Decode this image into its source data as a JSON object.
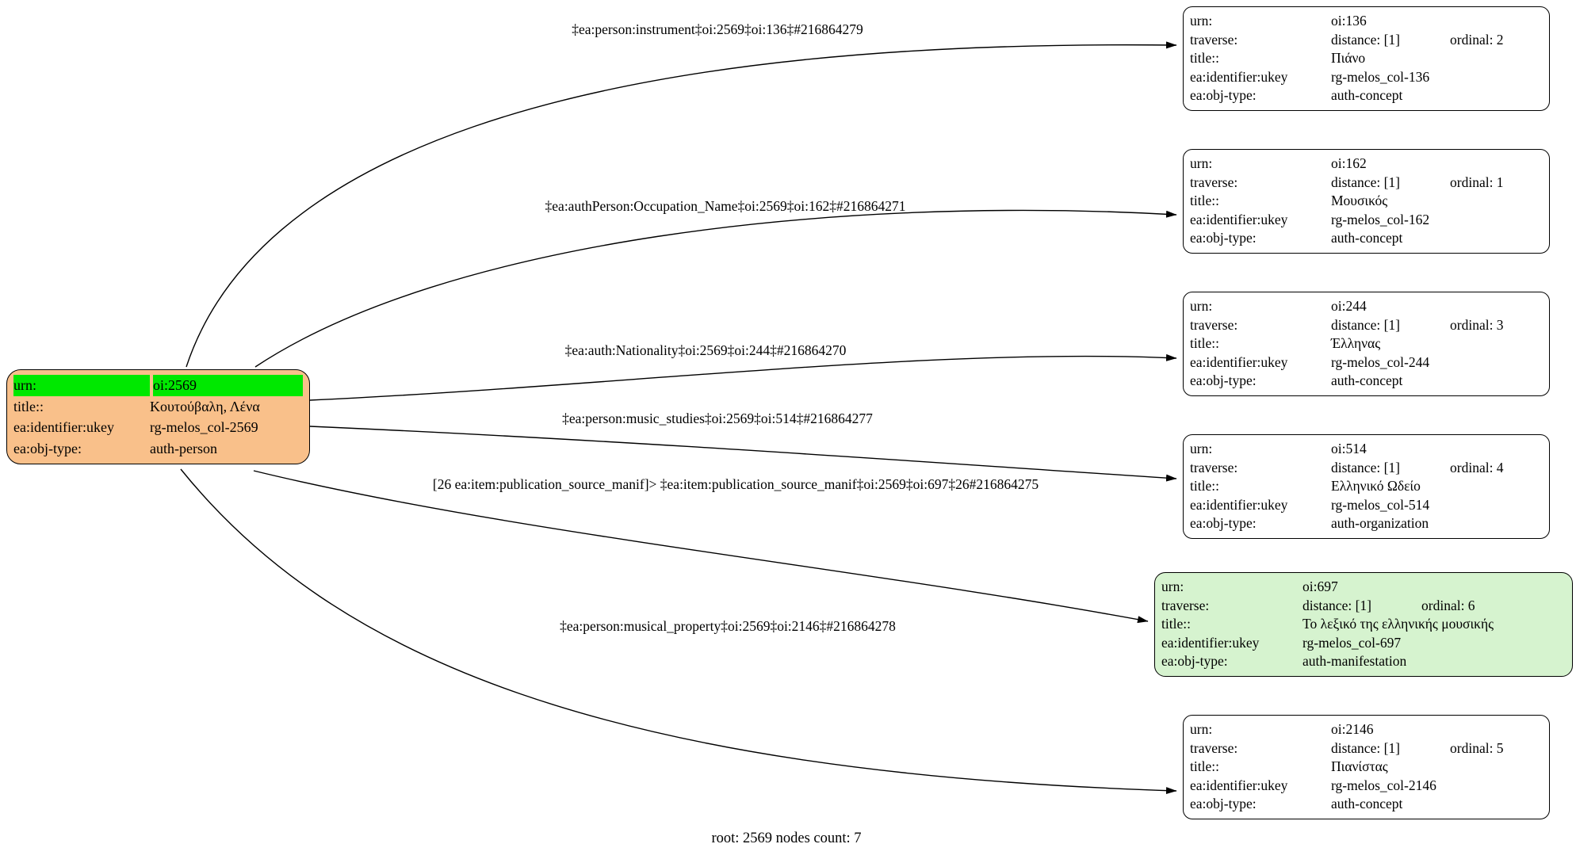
{
  "caption": "root: 2569 nodes count: 7",
  "labels": {
    "urn": "urn:",
    "traverse": "traverse:",
    "title": "title::",
    "ukey": "ea:identifier:ukey",
    "objtype": "ea:obj-type:"
  },
  "colors": {
    "root_fill": "#f9c08a",
    "root_highlight": "#00e800",
    "node_fill": "#ffffff",
    "manifestation_fill": "#d6f3cf",
    "edge_color": "#000000"
  },
  "root": {
    "urn": "oi:2569",
    "title": "Κουτούβαλη, Λένα",
    "ukey": "rg-melos_col-2569",
    "objtype": "auth-person"
  },
  "nodes": [
    {
      "urn": "oi:136",
      "distance": "distance: [1]",
      "ordinal": "ordinal: 2",
      "title": "Πιάνο",
      "ukey": "rg-melos_col-136",
      "objtype": "auth-concept",
      "fill": "#ffffff"
    },
    {
      "urn": "oi:162",
      "distance": "distance: [1]",
      "ordinal": "ordinal: 1",
      "title": "Μουσικός",
      "ukey": "rg-melos_col-162",
      "objtype": "auth-concept",
      "fill": "#ffffff"
    },
    {
      "urn": "oi:244",
      "distance": "distance: [1]",
      "ordinal": "ordinal: 3",
      "title": "Έλληνας",
      "ukey": "rg-melos_col-244",
      "objtype": "auth-concept",
      "fill": "#ffffff"
    },
    {
      "urn": "oi:514",
      "distance": "distance: [1]",
      "ordinal": "ordinal: 4",
      "title": "Ελληνικό Ωδείο",
      "ukey": "rg-melos_col-514",
      "objtype": "auth-organization",
      "fill": "#ffffff"
    },
    {
      "urn": "oi:697",
      "distance": "distance: [1]",
      "ordinal": "ordinal: 6",
      "title": "Το λεξικό της ελληνικής μουσικής",
      "ukey": "rg-melos_col-697",
      "objtype": "auth-manifestation",
      "fill": "#d6f3cf"
    },
    {
      "urn": "oi:2146",
      "distance": "distance: [1]",
      "ordinal": "ordinal: 5",
      "title": "Πιανίστας",
      "ukey": "rg-melos_col-2146",
      "objtype": "auth-concept",
      "fill": "#ffffff"
    }
  ],
  "edges": [
    {
      "label": "‡ea:person:instrument‡oi:2569‡oi:136‡#216864279"
    },
    {
      "label": "‡ea:authPerson:Occupation_Name‡oi:2569‡oi:162‡#216864271"
    },
    {
      "label": "‡ea:auth:Nationality‡oi:2569‡oi:244‡#216864270"
    },
    {
      "label": "‡ea:person:music_studies‡oi:2569‡oi:514‡#216864277"
    },
    {
      "label": "[26 ea:item:publication_source_manif]> ‡ea:item:publication_source_manif‡oi:2569‡oi:697‡26#216864275"
    },
    {
      "label": "‡ea:person:musical_property‡oi:2569‡oi:2146‡#216864278"
    }
  ]
}
